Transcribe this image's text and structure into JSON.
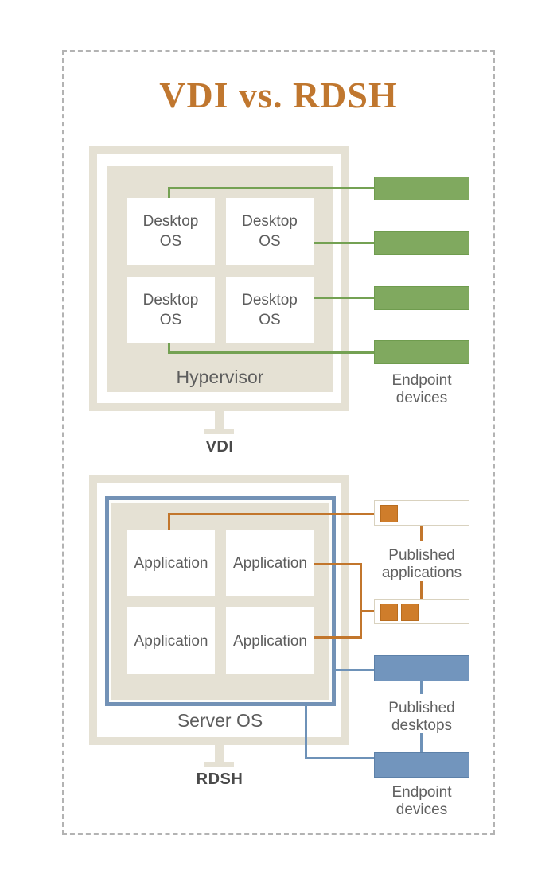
{
  "title": "VDI vs. RDSH",
  "colors": {
    "title_accent": "#c0772f",
    "frame_beige": "#e5e1d4",
    "endpoint_green": "#80a95f",
    "green_line": "#74a153",
    "orange_accent": "#c2762c",
    "blue_accent": "#7295bd",
    "label_text": "#5d5d5d"
  },
  "vdi": {
    "section_label": "VDI",
    "os_boxes": [
      "Desktop OS",
      "Desktop OS",
      "Desktop OS",
      "Desktop OS"
    ],
    "platform_label": "Hypervisor",
    "endpoint_devices_label": "Endpoint devices"
  },
  "rdsh": {
    "section_label": "RDSH",
    "app_boxes": [
      "Application",
      "Application",
      "Application",
      "Application"
    ],
    "platform_label": "Server OS",
    "published_applications_label": "Published applications",
    "published_desktops_label": "Published desktops",
    "endpoint_devices_label": "Endpoint devices"
  }
}
